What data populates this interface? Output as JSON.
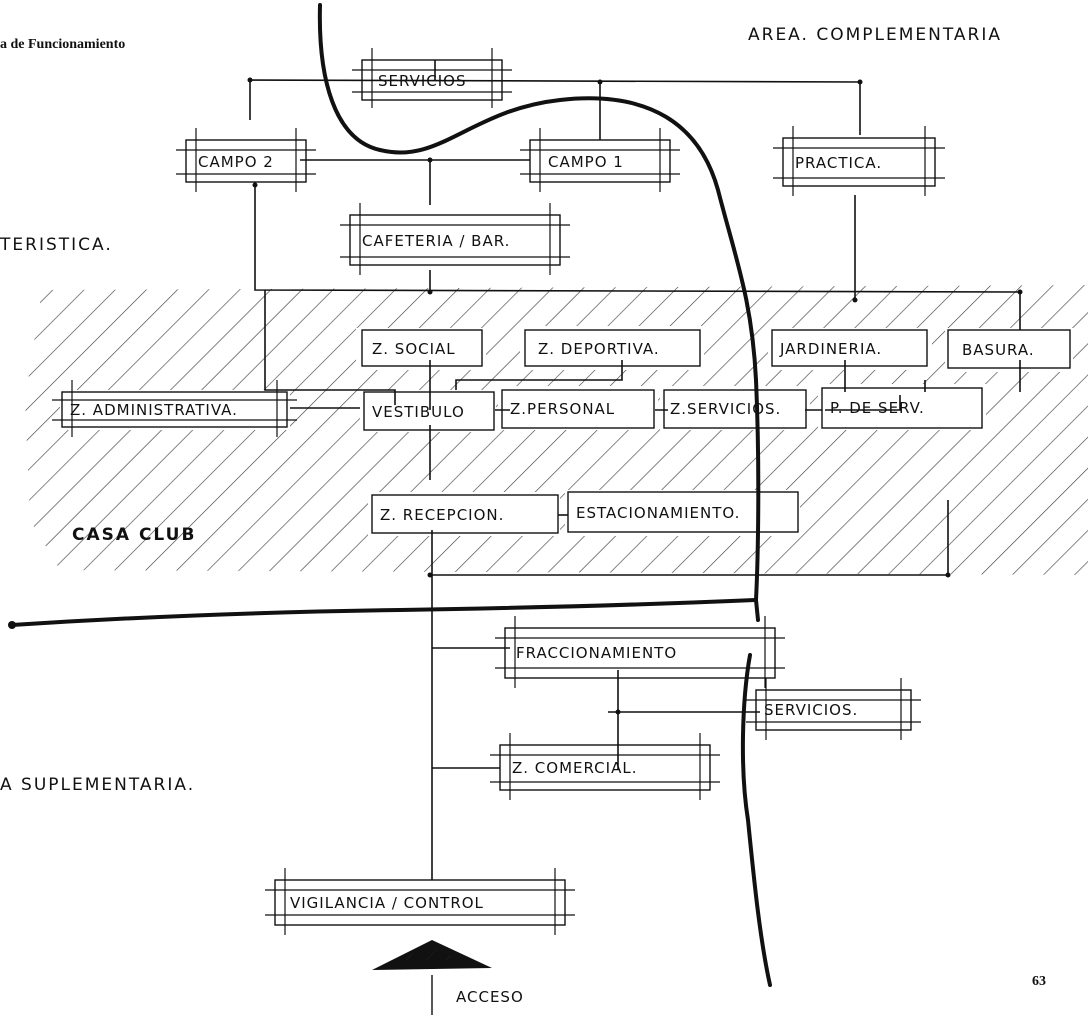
{
  "header": {
    "title": "a de Funcionamiento",
    "area_complementaria": "AREA. COMPLEMENTARIA"
  },
  "side_labels": {
    "caracteristica": "TERISTICA.",
    "suplementaria": "A SUPLEMENTARIA.",
    "casa_club": "CASA CLUB",
    "acceso": "ACCESO"
  },
  "nodes": {
    "servicios_top": "SERVICIOS",
    "campo2": "CAMPO 2",
    "campo1": "CAMPO 1",
    "practica": "PRACTICA.",
    "cafeteria": "CAFETERIA / BAR.",
    "z_social": "Z. SOCIAL",
    "z_deportiva": "Z. DEPORTIVA.",
    "jardineria": "JARDINERIA.",
    "basura": "BASURA.",
    "z_administrativa": "Z. ADMINISTRATIVA.",
    "vestibulo": "VESTIBULO",
    "z_personal": "Z.PERSONAL",
    "z_servicios": "Z.SERVICIOS.",
    "p_de_serv": "P. DE SERV.",
    "z_recepcion": "Z. RECEPCION.",
    "estacionamiento": "ESTACIONAMIENTO.",
    "fraccionamiento": "FRACCIONAMIENTO",
    "servicios_bottom": "SERVICIOS.",
    "z_comercial": "Z. COMERCIAL.",
    "vigilancia": "VIGILANCIA / CONTROL"
  },
  "page_number": "63"
}
